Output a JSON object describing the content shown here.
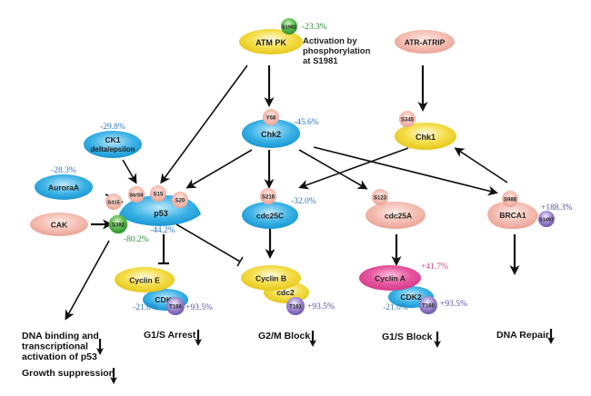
{
  "colors": {
    "blue_node": "#2aa8e0",
    "yellow_node": "#efd52a",
    "pink_node": "#f1b5aa",
    "magenta_node": "#e2479a",
    "green_site": "#46a844",
    "purple_site": "#8a72bf",
    "pct_blue": "#2f73b7",
    "pct_green": "#2a8a3a",
    "pct_purple": "#5a4aa0",
    "pct_magenta": "#d03a86"
  },
  "nodes": {
    "atm": {
      "label": "ATM PK",
      "site": "S1981",
      "pct": "-23.3%",
      "note": [
        "Activation by",
        "phosphorylation",
        "at S1981"
      ]
    },
    "atr": {
      "label": "ATR-ATRIP"
    },
    "chk2": {
      "label": "Chk2",
      "site": "Y68",
      "pct": "-45.6%"
    },
    "chk1": {
      "label": "Chk1",
      "site": "S345"
    },
    "ck1": {
      "label_line1": "CK1",
      "label_line2": "delta/epsilon",
      "pct": "-29.8%"
    },
    "aurora": {
      "label": "AuroraA",
      "pct": "-28.3%"
    },
    "cak": {
      "label": "CAK"
    },
    "p53": {
      "label": "p53",
      "pct": "-44.2%",
      "sites": [
        "S315",
        "S6/S9",
        "S15",
        "S20"
      ],
      "green_site": "S392",
      "green_pct": "-80.2%"
    },
    "cdc25c": {
      "label": "cdc25C",
      "site": "S216",
      "pct": "-32.0%"
    },
    "cdc25a": {
      "label": "cdc25A",
      "site": "S123"
    },
    "brca1": {
      "label": "BRCA1",
      "site": "S988",
      "purple_site": "S1497",
      "pct": "+188.3%"
    },
    "cyclin_e": {
      "label": "Cyclin E",
      "cdk": "CDK2",
      "cdk_pct": "-21.0%",
      "site": "T160",
      "site_pct": "+93.5%"
    },
    "cyclin_b": {
      "label": "Cyclin B",
      "cdk": "cdc2",
      "site": "T161",
      "site_pct": "+93.5%"
    },
    "cyclin_a": {
      "label": "Cyclin A",
      "pct": "+41.7%",
      "cdk": "CDK2",
      "cdk_pct": "-21.0%",
      "site": "T160",
      "site_pct": "+93.5%"
    }
  },
  "outcomes": {
    "p53_line1": "DNA binding and",
    "p53_line2": "transcriptional",
    "p53_line3": "activation of p53",
    "growth": "Growth suppression",
    "g1s_arrest": "G1/S Arrest",
    "g2m_block": "G2/M Block",
    "g1s_block": "G1/S Block",
    "dna_repair": "DNA Repair"
  }
}
